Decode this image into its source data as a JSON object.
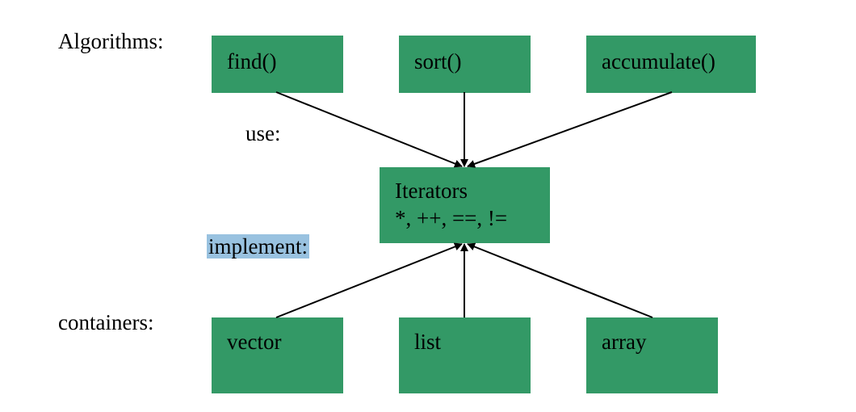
{
  "labels": {
    "algorithms": "Algorithms:",
    "use": "use:",
    "implement": "implement:",
    "containers": "containers:"
  },
  "algorithms": [
    {
      "name": "find()"
    },
    {
      "name": "sort()"
    },
    {
      "name": "accumulate()"
    }
  ],
  "iterators": {
    "title": "Iterators",
    "operators": "*, ++, ==, !="
  },
  "containers": [
    {
      "name": "vector"
    },
    {
      "name": "list"
    },
    {
      "name": "array"
    }
  ],
  "colors": {
    "box": "#339966",
    "highlight": "#99c2e0",
    "arrow": "#000000"
  }
}
